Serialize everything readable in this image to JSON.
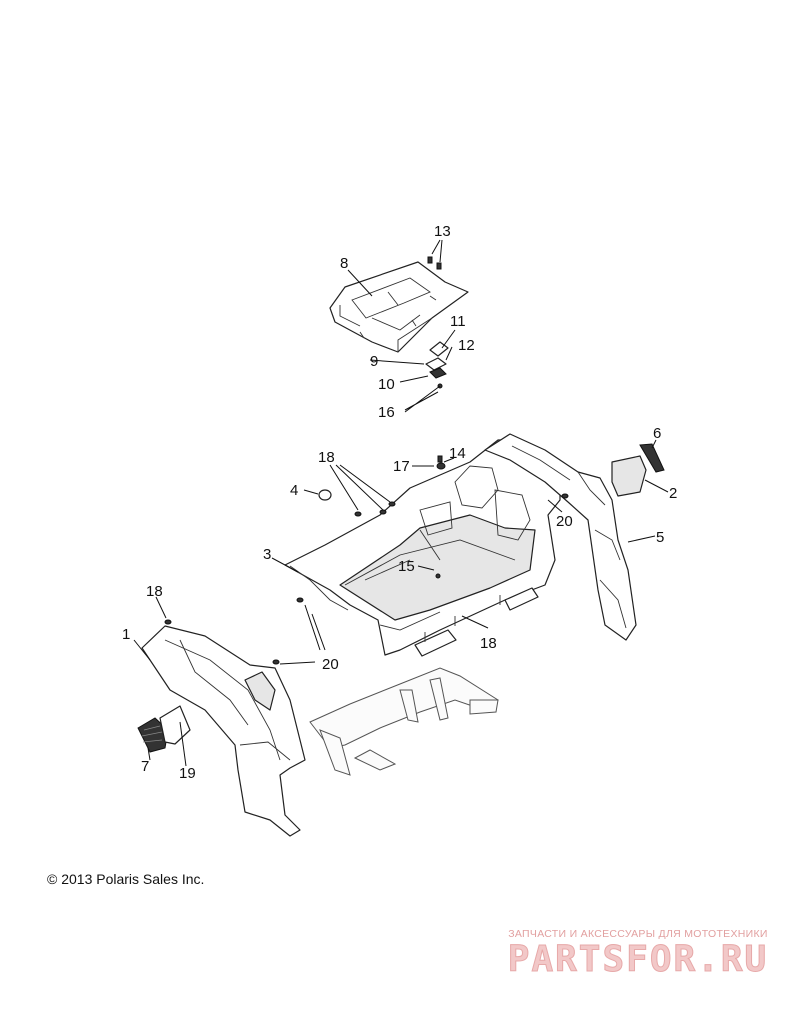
{
  "callouts": {
    "c1": "1",
    "c2": "2",
    "c3": "3",
    "c4": "4",
    "c5": "5",
    "c6": "6",
    "c7": "7",
    "c8": "8",
    "c9": "9",
    "c10": "10",
    "c11": "11",
    "c12": "12",
    "c13": "13",
    "c14": "14",
    "c15": "15",
    "c16": "16",
    "c17": "17",
    "c18a": "18",
    "c18b": "18",
    "c18c": "18",
    "c19": "19",
    "c20a": "20",
    "c20b": "20"
  },
  "copyright": "© 2013 Polaris Sales Inc.",
  "watermark": {
    "tagline": "ЗАПЧАСТИ И АКСЕССУАРЫ ДЛЯ МОТОТЕХНИКИ",
    "logo": "PARTSFOR.RU"
  }
}
